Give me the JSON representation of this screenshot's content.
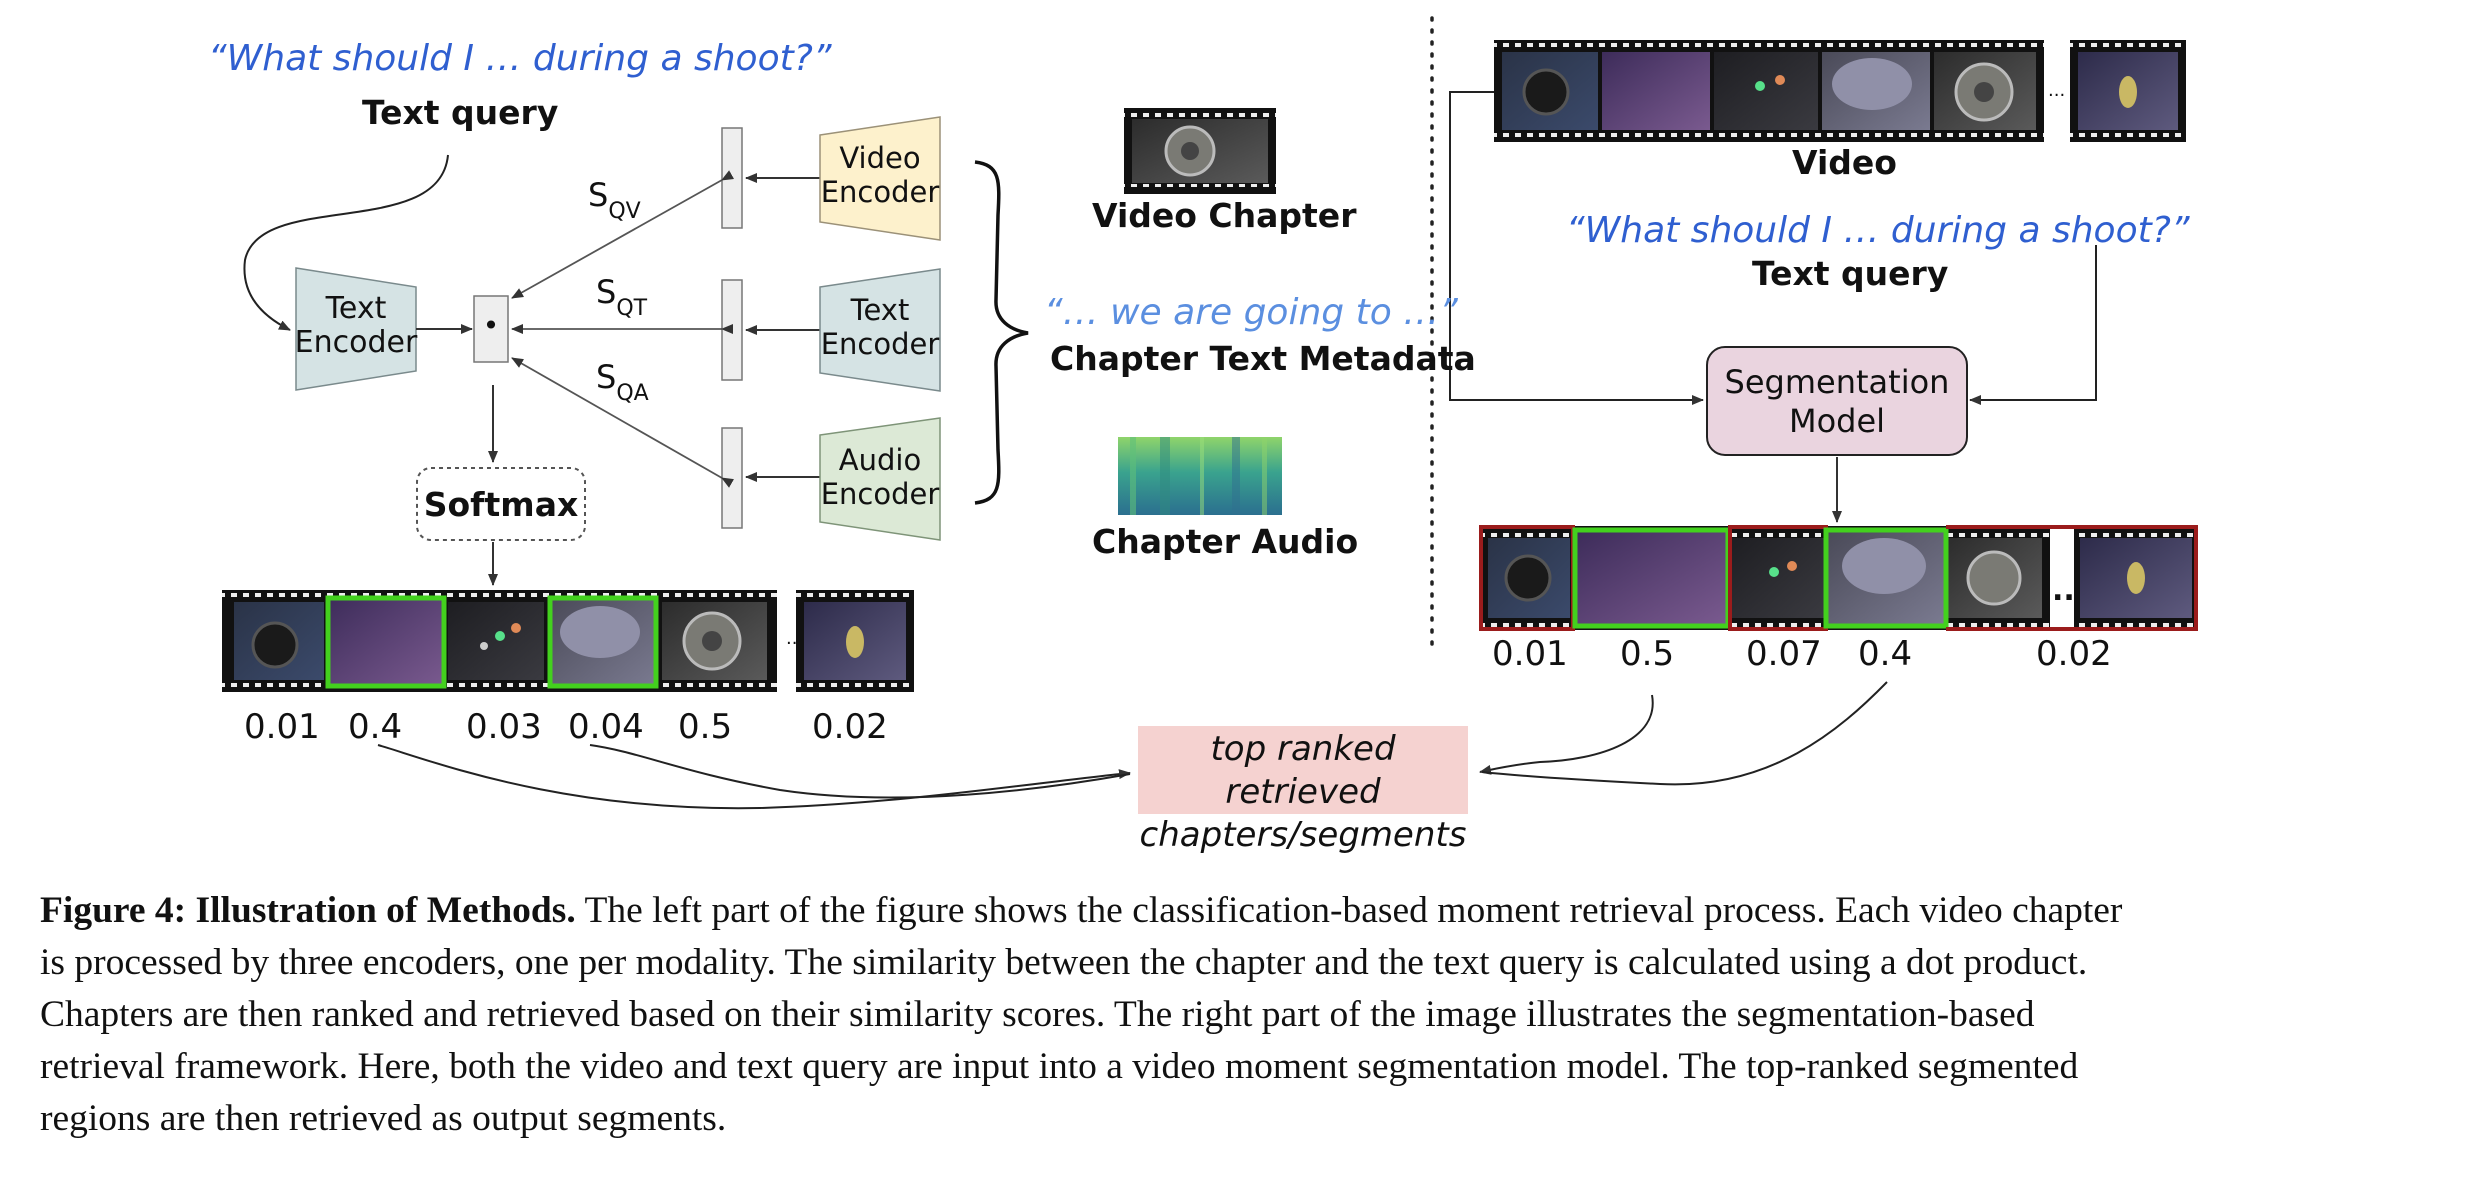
{
  "left": {
    "query_quote": "“What should I … during a shoot?”",
    "query_label": "Text query",
    "text_encoder": [
      "Text",
      "Encoder"
    ],
    "dot": "•",
    "softmax": "Softmax",
    "video_encoder": [
      "Video",
      "Encoder"
    ],
    "text_encoder2": [
      "Text",
      "Encoder"
    ],
    "audio_encoder": [
      "Audio",
      "Encoder"
    ],
    "s_qv": {
      "main": "S",
      "sub": "QV"
    },
    "s_qt": {
      "main": "S",
      "sub": "QT"
    },
    "s_qa": {
      "main": "S",
      "sub": "QA"
    },
    "scores": [
      "0.01",
      "0.4",
      "0.03",
      "0.04",
      "0.5",
      "0.02"
    ],
    "ellipsis": "..."
  },
  "middle": {
    "video_chapter": "Video Chapter",
    "metadata_quote": "“… we are going to …”",
    "metadata_label": "Chapter Text Metadata",
    "audio_label": "Chapter Audio",
    "retrieved": [
      "top ranked retrieved",
      "chapters/segments"
    ]
  },
  "right": {
    "video_label": "Video",
    "query_quote": "“What should I … during a shoot?”",
    "query_label": "Text query",
    "seg_model": [
      "Segmentation",
      "Model"
    ],
    "scores": [
      "0.01",
      "0.5",
      "0.07",
      "0.4",
      "0.02"
    ],
    "ellipsis": "...",
    "ellipsis_seg": ".."
  },
  "caption": {
    "lead": "Figure 4: Illustration of Methods.",
    "lines": [
      "The left part of the figure shows the classification-based moment retrieval process. Each video chapter",
      "is processed by three encoders, one per modality. The similarity between the chapter and the text query is calculated using a dot product.",
      "Chapters are then ranked and retrieved based on their similarity scores. The right part of the image illustrates the segmentation-based",
      "retrieval framework. Here, both the video and text query are input into a video moment segmentation model. The top-ranked segmented",
      "regions are then retrieved as output segments."
    ]
  },
  "colors": {
    "query_blue": "#2f5fd0",
    "encoder_teal": "#d5e3e4",
    "video_encoder_yellow": "#fdf1cc",
    "audio_encoder_green": "#dce9d6",
    "seg_model_pink": "#ead4df",
    "retrieved_pink": "#f5d2d0",
    "highlight_green": "#43d11e",
    "segment_red": "#9b1c1c"
  }
}
